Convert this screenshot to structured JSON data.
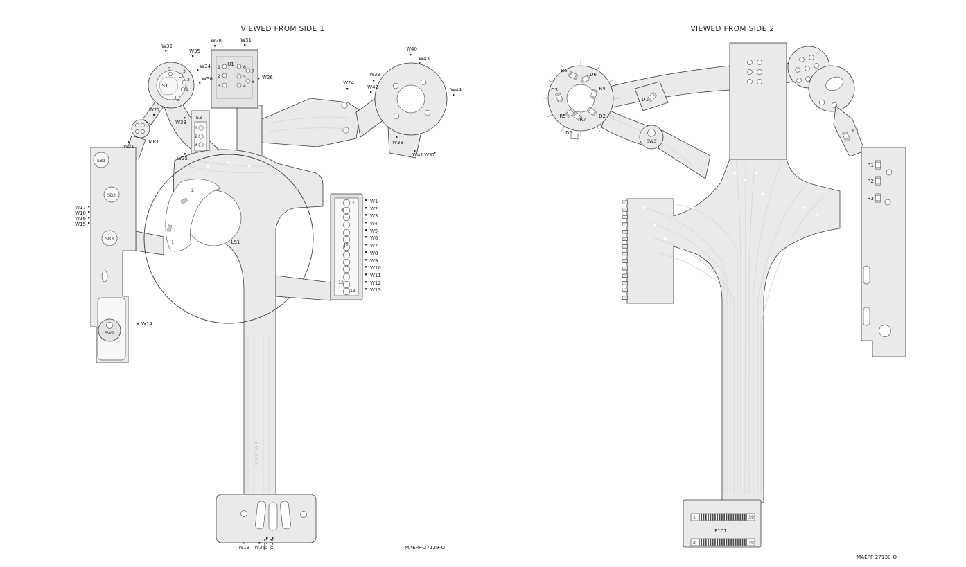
{
  "side1": {
    "title": "VIEWED FROM SIDE 1",
    "doc_number": "MAEPF-27129-O",
    "flex_marking": "353109",
    "labels": {
      "S1": "S1",
      "MK1": "MK1",
      "U1": "U1",
      "S2": "S2",
      "SB1": "SB1",
      "SB2": "SB2",
      "SB3": "SB3",
      "SW2": "SW2",
      "LS1": "LS1",
      "J1": "J1",
      "W1": "W1",
      "W2": "W2",
      "W3": "W3",
      "W4": "W4",
      "W5": "W5",
      "W6": "W6",
      "W7": "W7",
      "W8": "W8",
      "W9": "W9",
      "W10": "W10",
      "W11": "W11",
      "W12": "W12",
      "W13": "W13",
      "W14": "W14",
      "W15": "W15",
      "W16": "W16",
      "W17": "W17",
      "W18": "W18",
      "W19": "W19",
      "W20": "W20",
      "W21": "W21",
      "W22": "W22",
      "W23": "W23",
      "W24": "W24",
      "W25": "W25",
      "W26": "W26",
      "W28": "W28",
      "W30": "W30",
      "W31": "W31",
      "W32": "W32",
      "W33": "W33",
      "W34": "W34",
      "W35": "W35",
      "W36": "W36",
      "W37": "W37",
      "W38": "W38",
      "W39": "W39",
      "W40": "W40",
      "W41": "W41",
      "W42": "W42",
      "W43": "W43",
      "W44": "W44"
    },
    "pins": {
      "s1": [
        "5",
        "3",
        "2",
        "1",
        "4"
      ],
      "u1_left": [
        "1",
        "2",
        "3"
      ],
      "u1_right": [
        "6",
        "5",
        "4"
      ],
      "u1_outer": [
        "7",
        "8"
      ],
      "s2": [
        "1",
        "2",
        "3"
      ],
      "ls1": [
        "2",
        "1"
      ],
      "j1": [
        "1",
        "2",
        "12",
        "13"
      ]
    }
  },
  "side2": {
    "title": "VIEWED FROM SIDE 2",
    "doc_number": "MAEPF-27130-O",
    "labels": {
      "R1": "R1",
      "R2": "R2",
      "R3": "R3",
      "R4": "R4",
      "R5": "R5",
      "R6": "R6",
      "R7": "R7",
      "D1": "D1",
      "D2": "D2",
      "D3": "D3",
      "D5": "D5",
      "D6": "D6",
      "SW3": "SW3",
      "C1": "C1",
      "P101": "P101"
    },
    "pins": {
      "p101": [
        "1",
        "39",
        "2",
        "40"
      ]
    }
  }
}
